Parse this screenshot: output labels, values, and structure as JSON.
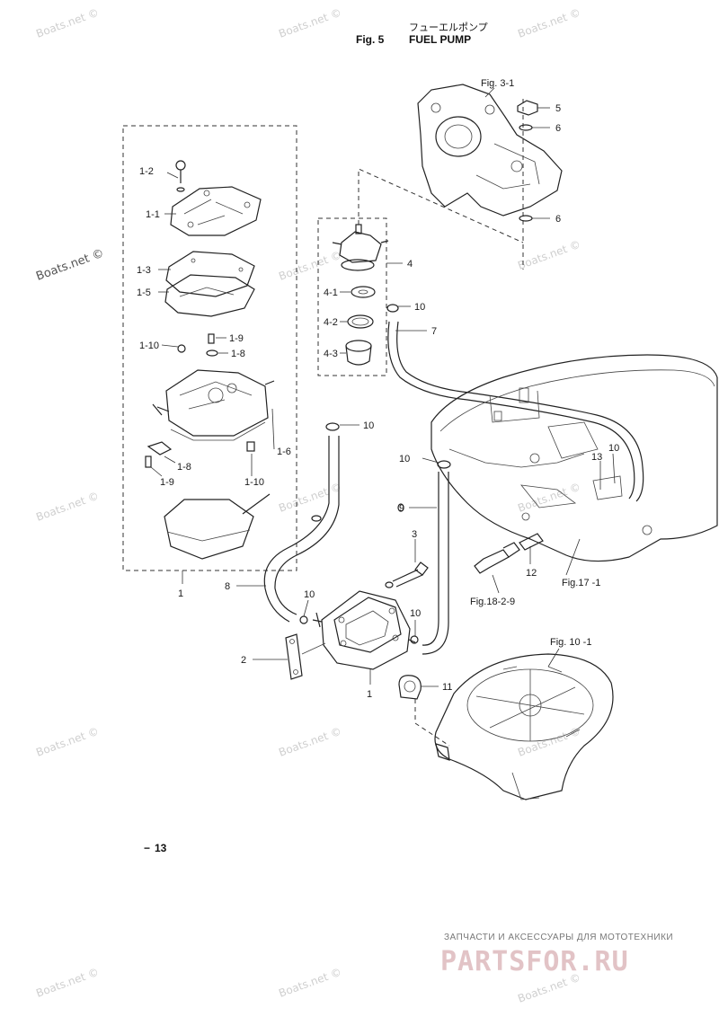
{
  "title": {
    "japanese": "フューエルポンプ",
    "fig_number": "Fig. 5",
    "name": "FUEL PUMP"
  },
  "page_number": "13",
  "page_marker": "−",
  "watermark": "Boats.net ©",
  "footer": {
    "tagline": "ЗАПЧАСТИ И АКСЕССУАРЫ ДЛЯ МОТОТЕХНИКИ",
    "logo_text": "PARTSFOR.RU"
  },
  "figure_refs": {
    "fig_3_1": "Fig. 3-1",
    "fig_17_1": "Fig.17 -1",
    "fig_18_2_9": "Fig.18-2-9",
    "fig_10_1": "Fig. 10 -1"
  },
  "part_labels": {
    "p1_2": "1-2",
    "p1_1": "1-1",
    "p1_3": "1-3",
    "p1_5": "1-5",
    "p1_10a": "1-10",
    "p1_9a": "1-9",
    "p1_8a": "1-8",
    "p1_6": "1-6",
    "p1_8b": "1-8",
    "p1_9b": "1-9",
    "p1_10b": "1-10",
    "p1_group": "1",
    "p4": "4",
    "p4_1": "4-1",
    "p4_2": "4-2",
    "p4_3": "4-3",
    "p5": "5",
    "p6a": "6",
    "p6b": "6",
    "p7": "7",
    "p10a": "10",
    "p10b": "10",
    "p10c": "10",
    "p10d": "10",
    "p10e": "10",
    "p10f": "10",
    "p13": "13",
    "p9": "9",
    "p3": "3",
    "p12": "12",
    "p8": "8",
    "p2": "2",
    "p1_pump": "1",
    "p11": "11"
  },
  "colors": {
    "ink": "#1a1a1a",
    "watermark": "#cfcfcf",
    "logo": "#e2c3c6"
  }
}
